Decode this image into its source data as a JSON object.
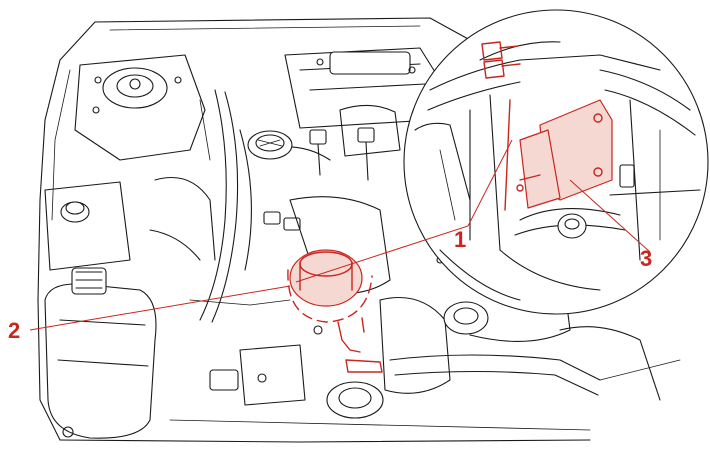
{
  "callouts": [
    {
      "id": "1",
      "label": "1"
    },
    {
      "id": "2",
      "label": "2"
    },
    {
      "id": "3",
      "label": "3"
    }
  ],
  "colors": {
    "line_art": "#1a1a1a",
    "highlight": "#c8261e",
    "highlight_fill": "#f6d8d2",
    "background": "#ffffff"
  }
}
